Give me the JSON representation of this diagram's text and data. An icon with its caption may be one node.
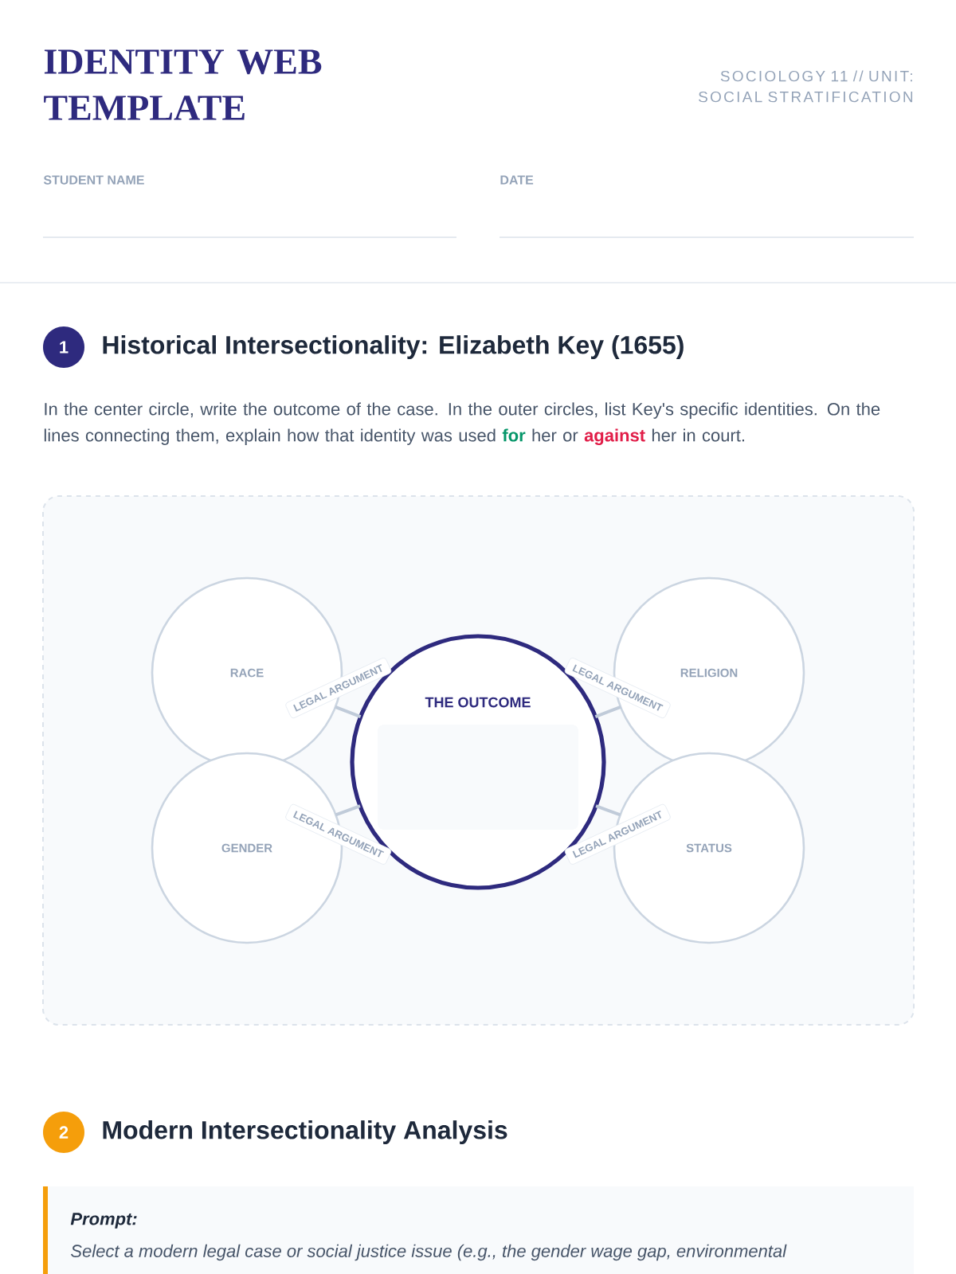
{
  "diagram": {
    "title": "IDENTITY WEB TEMPLATE",
    "nodes": [
      {
        "text": [
          "RACE"
        ]
      },
      {
        "text": [
          "RELIGION"
        ]
      },
      {
        "text": [
          "THE OUTCOME"
        ]
      },
      {
        "text": [
          "GENDER"
        ]
      },
      {
        "text": [
          "STATUS"
        ]
      }
    ],
    "edges": [
      {
        "from": 0,
        "to": 2,
        "arrow": "none",
        "label": "LEGAL ARGUMENT"
      },
      {
        "from": 1,
        "to": 2,
        "arrow": "none",
        "label": "LEGAL ARGUMENT"
      },
      {
        "from": 3,
        "to": 2,
        "arrow": "none",
        "label": "LEGAL ARGUMENT"
      },
      {
        "from": 4,
        "to": 2,
        "arrow": "none",
        "label": "LEGAL ARGUMENT"
      }
    ],
    "labels": [
      "SOCIOLOGY 11 // UNIT: SOCIAL STRATIFICATION",
      "STUDENT NAME",
      "DATE",
      "1",
      "Historical Intersectionality: Elizabeth Key (1655)",
      "In the center circle, write the outcome of the case. In the outer circles, list Key's specific identities. On the lines connecting them, explain how that identity was used **for** her or **against** her in court.",
      "2",
      "Modern Intersectionality Analysis",
      "Prompt:",
      "Select a modern legal case or social justice issue (e.g., the gender wage gap, environmental"
    ]
  }
}
